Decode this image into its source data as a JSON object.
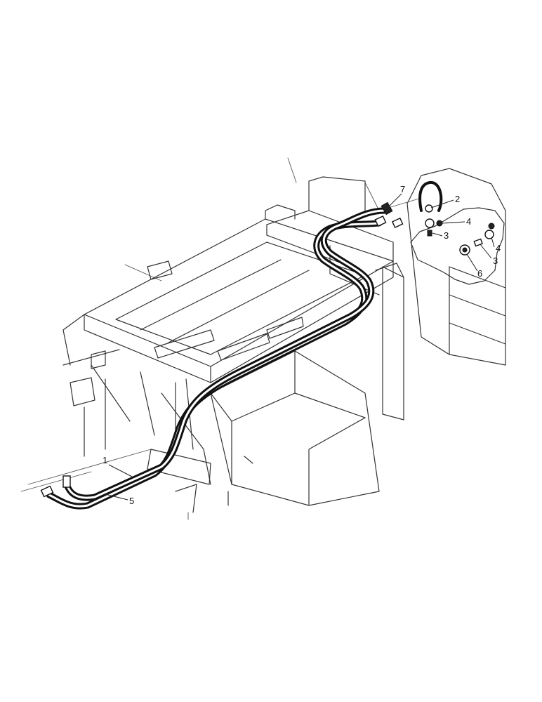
{
  "callouts": {
    "c1": "1",
    "c2": "2",
    "c3a": "3",
    "c3b": "3",
    "c4a": "4",
    "c4b": "4",
    "c5": "5",
    "c6": "6",
    "c7": "7"
  },
  "colors": {
    "line": "#333333",
    "hose": "#111111",
    "background": "#ffffff"
  }
}
